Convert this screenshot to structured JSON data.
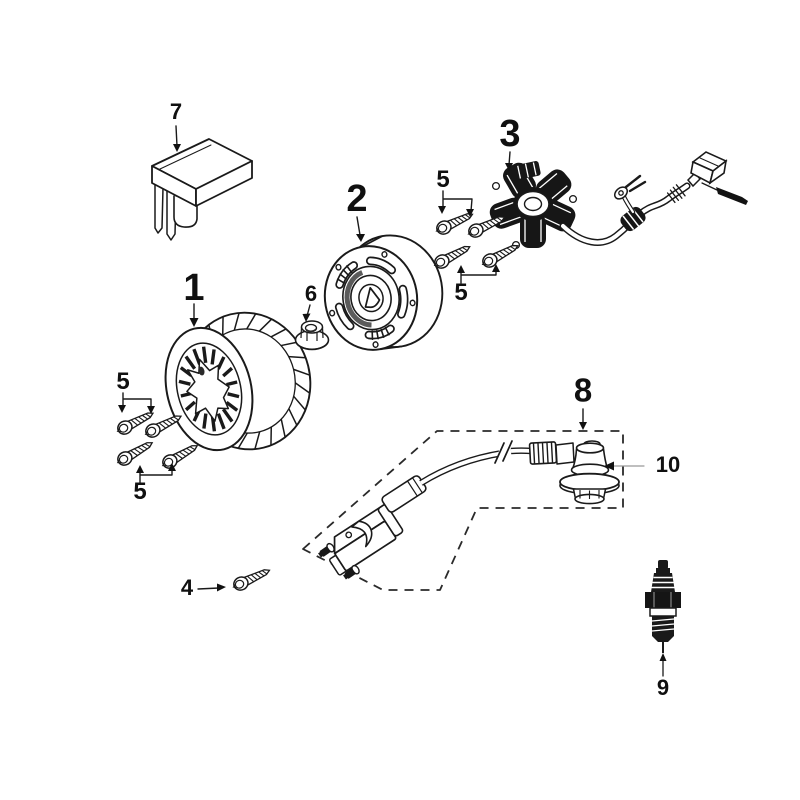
{
  "figure": {
    "background_color": "#ffffff",
    "line_color": "#1a1a1a",
    "callouts": [
      {
        "ref": "fan-wheel",
        "text": "1"
      },
      {
        "ref": "flywheel-rotor",
        "text": "2"
      },
      {
        "ref": "stator-magneto-assembly",
        "text": "3"
      },
      {
        "ref": "screw-single",
        "text": "4"
      },
      {
        "ref": "screw-pair-stator-upper",
        "text": "5"
      },
      {
        "ref": "screw-pair-stator-lower",
        "text": "5"
      },
      {
        "ref": "screw-pair-fan-upper",
        "text": "5"
      },
      {
        "ref": "screw-pair-fan-lower",
        "text": "5"
      },
      {
        "ref": "flange-nut",
        "text": "6"
      },
      {
        "ref": "cdi-unit",
        "text": "7"
      },
      {
        "ref": "ignition-coil-assembly",
        "text": "8"
      },
      {
        "ref": "spark-plug",
        "text": "9"
      },
      {
        "ref": "spark-plug-cap",
        "text": "10"
      }
    ]
  }
}
